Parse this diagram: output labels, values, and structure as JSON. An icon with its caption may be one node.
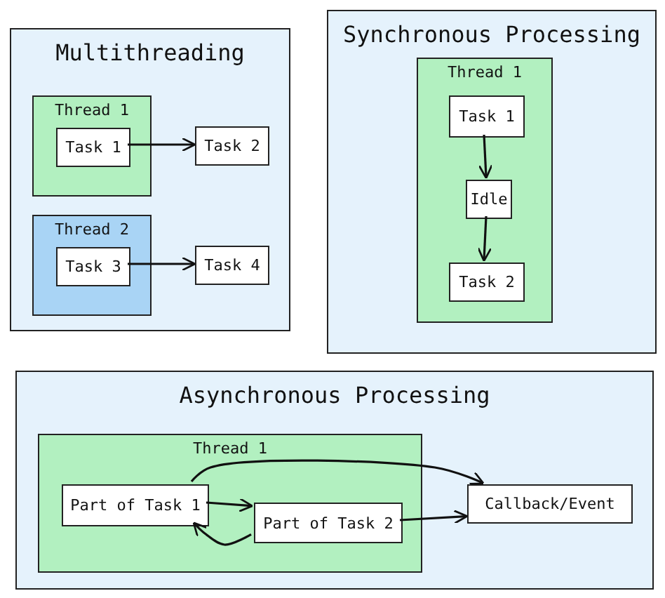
{
  "diagram": {
    "nodes": [
      {
        "text": [
          "Multithreading"
        ]
      },
      {
        "text": [
          "Thread 1"
        ],
        "in": 0
      },
      {
        "text": [
          "Task 1"
        ],
        "in": 1
      },
      {
        "text": [
          "Task 2"
        ],
        "in": 0
      },
      {
        "text": [
          "Thread 2"
        ],
        "in": 0
      },
      {
        "text": [
          "Task 3"
        ],
        "in": 4
      },
      {
        "text": [
          "Task 4"
        ],
        "in": 0
      },
      {
        "text": [
          "Synchronous Processing"
        ]
      },
      {
        "text": [
          "Thread 1"
        ],
        "in": 7
      },
      {
        "text": [
          "Task 1"
        ],
        "in": 8
      },
      {
        "text": [
          "Idle"
        ],
        "in": 8
      },
      {
        "text": [
          "Task 2"
        ],
        "in": 8
      },
      {
        "text": [
          "Asynchronous Processing"
        ]
      },
      {
        "text": [
          "Thread 1"
        ],
        "in": 12
      },
      {
        "text": [
          "Part of Task 1"
        ],
        "in": 13
      },
      {
        "text": [
          "Part of Task 2"
        ],
        "in": 13
      },
      {
        "text": [
          "Callback/Event"
        ],
        "in": 12
      }
    ],
    "edges": [
      {
        "from": 2,
        "to": 3,
        "arrow": "to"
      },
      {
        "from": 5,
        "to": 6,
        "arrow": "to"
      },
      {
        "from": 9,
        "to": 10,
        "arrow": "to"
      },
      {
        "from": 10,
        "to": 11,
        "arrow": "to"
      },
      {
        "from": 14,
        "to": 15,
        "arrow": "to"
      },
      {
        "from": 15,
        "to": 14,
        "arrow": "to"
      },
      {
        "from": 14,
        "to": 16,
        "arrow": "to"
      },
      {
        "from": 15,
        "to": 16,
        "arrow": "to"
      }
    ]
  }
}
